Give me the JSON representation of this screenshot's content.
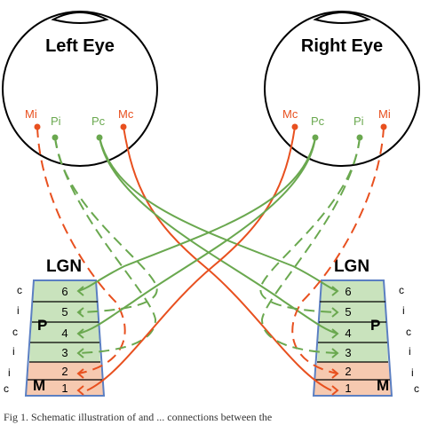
{
  "eyes": {
    "left": {
      "title": "Left Eye",
      "labels": [
        "Mi",
        "Pi",
        "Pc",
        "Mc"
      ]
    },
    "right": {
      "title": "Right Eye",
      "labels": [
        "Mc",
        "Pc",
        "Pi",
        "Mi"
      ]
    }
  },
  "lgn": {
    "title": "LGN",
    "layers": [
      "6",
      "5",
      "4",
      "3",
      "2",
      "1"
    ],
    "sides": [
      "c",
      "i",
      "c",
      "i",
      "i",
      "c"
    ],
    "p_label": "P",
    "m_label": "M"
  },
  "colors": {
    "parvo": "#6aa84f",
    "magno": "#e8501f",
    "p_fill": "#c9e3bd",
    "m_fill": "#f6c9b0",
    "frame": "#5b7fc2"
  },
  "caption": "Fig 1.  Schematic illustration of        and  ...  connections between the"
}
